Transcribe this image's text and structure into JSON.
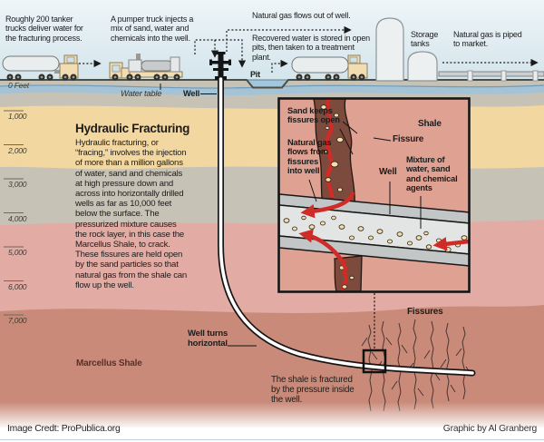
{
  "surface_annotations": {
    "tanker": "Roughly 200 tanker\ntrucks deliver water for\nthe fracturing process.",
    "pumper": "A pumper truck injects a\nmix of sand, water and\nchemicals into the well.",
    "gas_out": "Natural gas flows out of well.",
    "recovered": "Recovered water is stored in open\npits, then taken to a treatment\nplant.",
    "storage": "Storage\ntanks",
    "piped": "Natural gas is piped\nto market."
  },
  "surface_labels": {
    "pit": "Pit",
    "well": "Well",
    "water_table": "Water table"
  },
  "depth_scale": {
    "surface": "0 Feet",
    "ticks": [
      "1,000",
      "2,000",
      "3,000",
      "4,000",
      "5,000",
      "6,000",
      "7,000"
    ]
  },
  "description": {
    "title": "Hydraulic Fracturing",
    "body": "Hydraulic fracturing, or\n“fracing,” involves the injection\nof more than a million gallons\nof water, sand and chemicals\nat high pressure down and\nacross into horizontally drilled\nwells as far as 10,000 feet\nbelow the surface. The\npressurized mixture causes\nthe rock layer, in this case the\nMarcellus Shale, to crack.\nThese fissures are held open\nby the sand particles so that\nnatural gas from the shale can\nflow up the well."
  },
  "underground_labels": {
    "marcellus": "Marcellus Shale",
    "well_turns": "Well turns\nhorizontal",
    "shale_fractured": "The shale is fractured\nby the pressure inside\nthe well.",
    "fissures": "Fissures"
  },
  "inset": {
    "sand_keeps": "Sand keeps\nfissures open",
    "shale": "Shale",
    "gas_flow": "Natural gas\nflows from\nfissures\ninto well",
    "fissure": "Fissure",
    "well": "Well",
    "mixture": "Mixture of\nwater, sand\nand chemical\nagents"
  },
  "credits": {
    "left": "Image Credt: ProPublica.org",
    "right": "Graphic by Al Granberg"
  },
  "colors": {
    "sky": "#dceaf0",
    "earth_gray": "#c7c2b6",
    "sand_tan": "#f3d7a0",
    "shale_pink": "#e2aba3",
    "marcellus": "#c98a79",
    "inset_bg": "#dfa192",
    "fissure_band": "#7c4b3d",
    "flow_red": "#cf2b27",
    "sand_particle": "#f1e1af",
    "water": "#a4c3d6"
  }
}
